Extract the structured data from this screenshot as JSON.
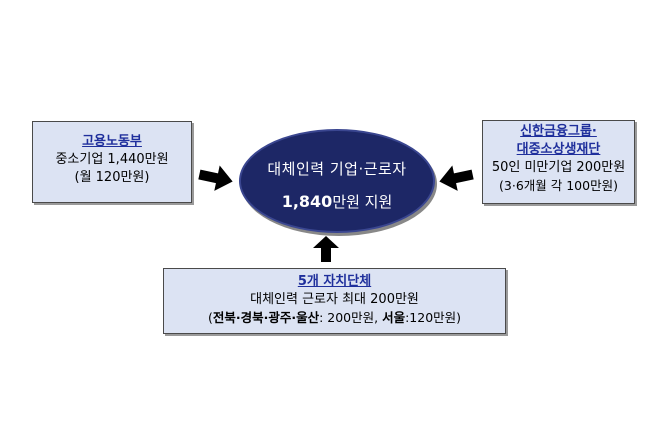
{
  "left_box": {
    "title": "고용노동부",
    "line2": "중소기업 1,440만원",
    "line3": "(월 120만원)"
  },
  "right_box": {
    "title_line1": "신한금융그룹·",
    "title_line2": "대중소상생재단",
    "line3": "50인 미만기업 200만원",
    "line4": "(3·6개월 각 100만원)"
  },
  "center": {
    "line1": "대체인력 기업·근로자",
    "amount": "1,840",
    "unit_suffix": "만원 지원"
  },
  "bottom_box": {
    "title": "5개 자치단체",
    "line2": "대체인력 근로자 최대 200만원",
    "line3_open": "(",
    "line3_regions": "전북·경북·광주·울산",
    "line3_mid": ": 200만원, ",
    "line3_seoul": "서울",
    "line3_end": ":120만원)"
  },
  "colors": {
    "box_fill": "#dce3f3",
    "title_blue": "#1f2f9c",
    "ellipse_fill": "#1d2766",
    "arrow": "#000000"
  }
}
